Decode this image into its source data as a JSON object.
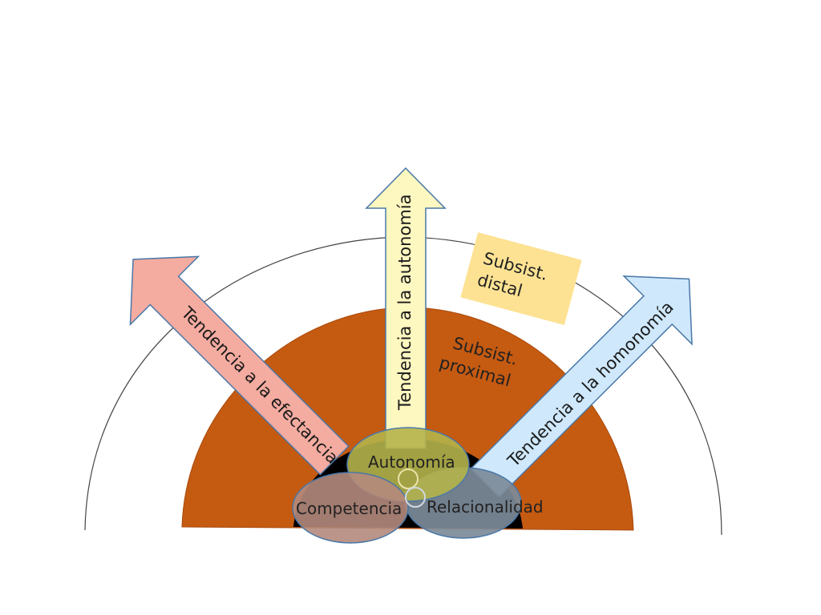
{
  "arrows": {
    "efectancia": "Tendencia a la efectancia",
    "autonomia": "Tendencia a la autonomía",
    "homonomia": "Tendencia a la homonomía"
  },
  "regions": {
    "distal_line1": "Subsist.",
    "distal_line2": "distal",
    "proximal_line1": "Subsist.",
    "proximal_line2": "proximal"
  },
  "needs": {
    "autonomia": "Autonomía",
    "competencia": "Competencia",
    "relacionalidad": "Relacionalidad"
  },
  "colors": {
    "proximal_fill": "#c55a11",
    "distal_note": "#fde293",
    "arrow_efectancia": "#f4aba0",
    "arrow_autonomia": "#fdf7c0",
    "arrow_homonomia": "#cfe8fb",
    "arrow_stroke": "#4a78a8",
    "ellipse_autonomia": "#b4b24a",
    "ellipse_competencia": "#b48a7c",
    "ellipse_relacionalidad": "#7c8a98",
    "core_dark": "#000000"
  }
}
